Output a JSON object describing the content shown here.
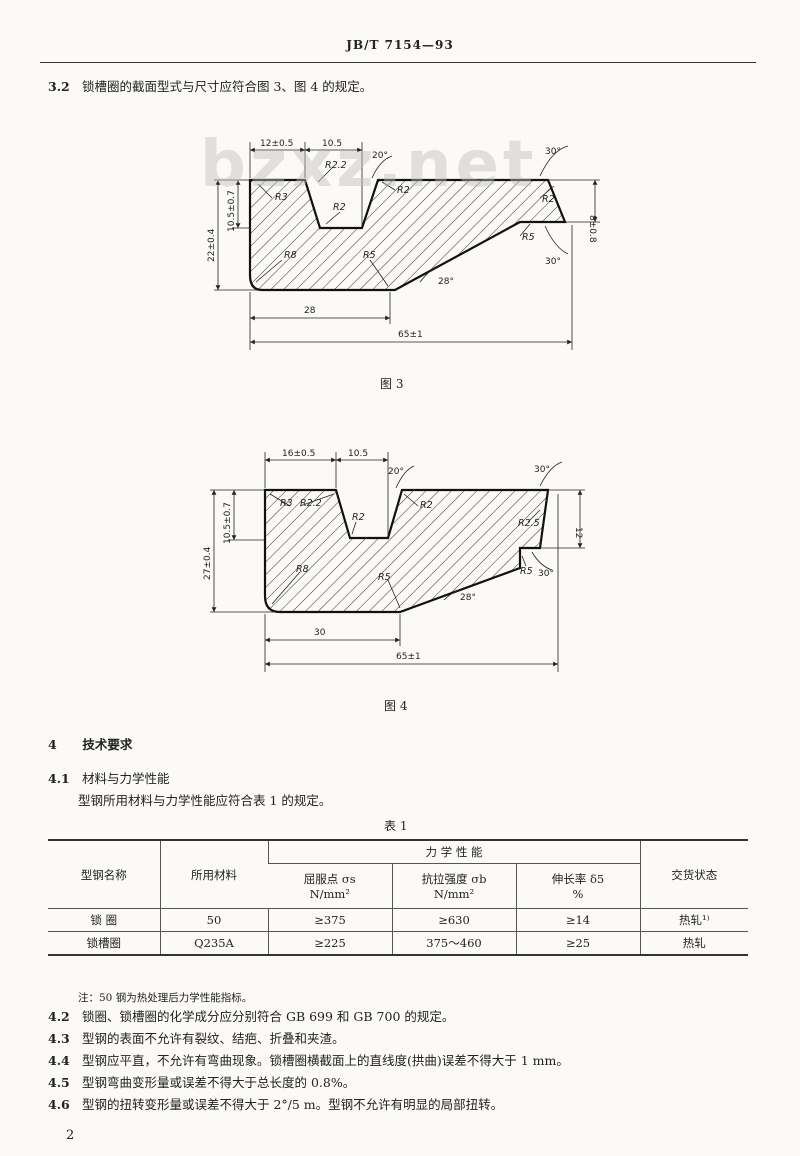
{
  "header": {
    "standard_no": "JB/T 7154—93"
  },
  "section_3_2": {
    "num": "3.2",
    "text": "锁槽圈的截面型式与尺寸应符合图 3、图 4 的规定。"
  },
  "watermark": "bzxz.net",
  "figure3": {
    "caption": "图  3",
    "dims": {
      "d1": "12±0.5",
      "d2": "10.5",
      "h1": "10.5±0.7",
      "h_total": "22±0.4",
      "h_right": "8±0.8",
      "w_bottom": "28",
      "w_total": "65±1"
    },
    "angles": {
      "a1": "20°",
      "a2": "30°",
      "a3": "30°",
      "a4": "28°"
    },
    "radii": {
      "r1": "R2.2",
      "r2": "R3",
      "r3": "R2",
      "r4": "R2",
      "r5": "R2",
      "r6": "R5",
      "r7": "R8",
      "r8": "R5"
    }
  },
  "figure4": {
    "caption": "图  4",
    "dims": {
      "d1": "16±0.5",
      "d2": "10.5",
      "h1": "10.5±0.7",
      "h_total": "27±0.4",
      "h_right": "12",
      "w_bottom": "30",
      "w_total": "65±1"
    },
    "angles": {
      "a1": "20°",
      "a2": "30°",
      "a3": "30°",
      "a4": "28°"
    },
    "radii": {
      "r1": "R3",
      "r2": "R2.2",
      "r3": "R2",
      "r4": "R2",
      "r5": "R2.5",
      "r6": "R5",
      "r7": "R8",
      "r8": "R5"
    }
  },
  "section_4": {
    "num": "4",
    "title": "技术要求"
  },
  "section_4_1": {
    "num": "4.1",
    "title": "材料与力学性能",
    "text": "型钢所用材料与力学性能应符合表 1 的规定。"
  },
  "table1": {
    "title": "表  1",
    "group_header": "力  学  性  能",
    "headers": {
      "name": "型钢名称",
      "material": "所用材料",
      "yield": "屈服点 σs",
      "yield_unit": "N/mm²",
      "tensile": "抗拉强度 σb",
      "tensile_unit": "N/mm²",
      "elong": "伸长率 δ5",
      "elong_unit": "%",
      "delivery": "交货状态"
    },
    "rows": [
      {
        "name": "锁 圈",
        "material": "50",
        "yield": "≥375",
        "tensile": "≥630",
        "elong": "≥14",
        "delivery": "热轧¹⁾"
      },
      {
        "name": "锁槽圈",
        "material": "Q235A",
        "yield": "≥225",
        "tensile": "375～460",
        "elong": "≥25",
        "delivery": "热轧"
      }
    ],
    "note": "注：50 钢为热处理后力学性能指标。"
  },
  "clauses": [
    {
      "num": "4.2",
      "text": "锁圈、锁槽圈的化学成分应分别符合 GB 699 和 GB 700 的规定。"
    },
    {
      "num": "4.3",
      "text": "型钢的表面不允许有裂纹、结疤、折叠和夹渣。"
    },
    {
      "num": "4.4",
      "text": "型钢应平直，不允许有弯曲现象。锁槽圈横截面上的直线度(拱曲)误差不得大于 1 mm。"
    },
    {
      "num": "4.5",
      "text": "型钢弯曲变形量或误差不得大于总长度的 0.8%。"
    },
    {
      "num": "4.6",
      "text": "型钢的扭转变形量或误差不得大于 2°/5 m。型钢不允许有明显的局部扭转。"
    }
  ],
  "page_number": "2"
}
